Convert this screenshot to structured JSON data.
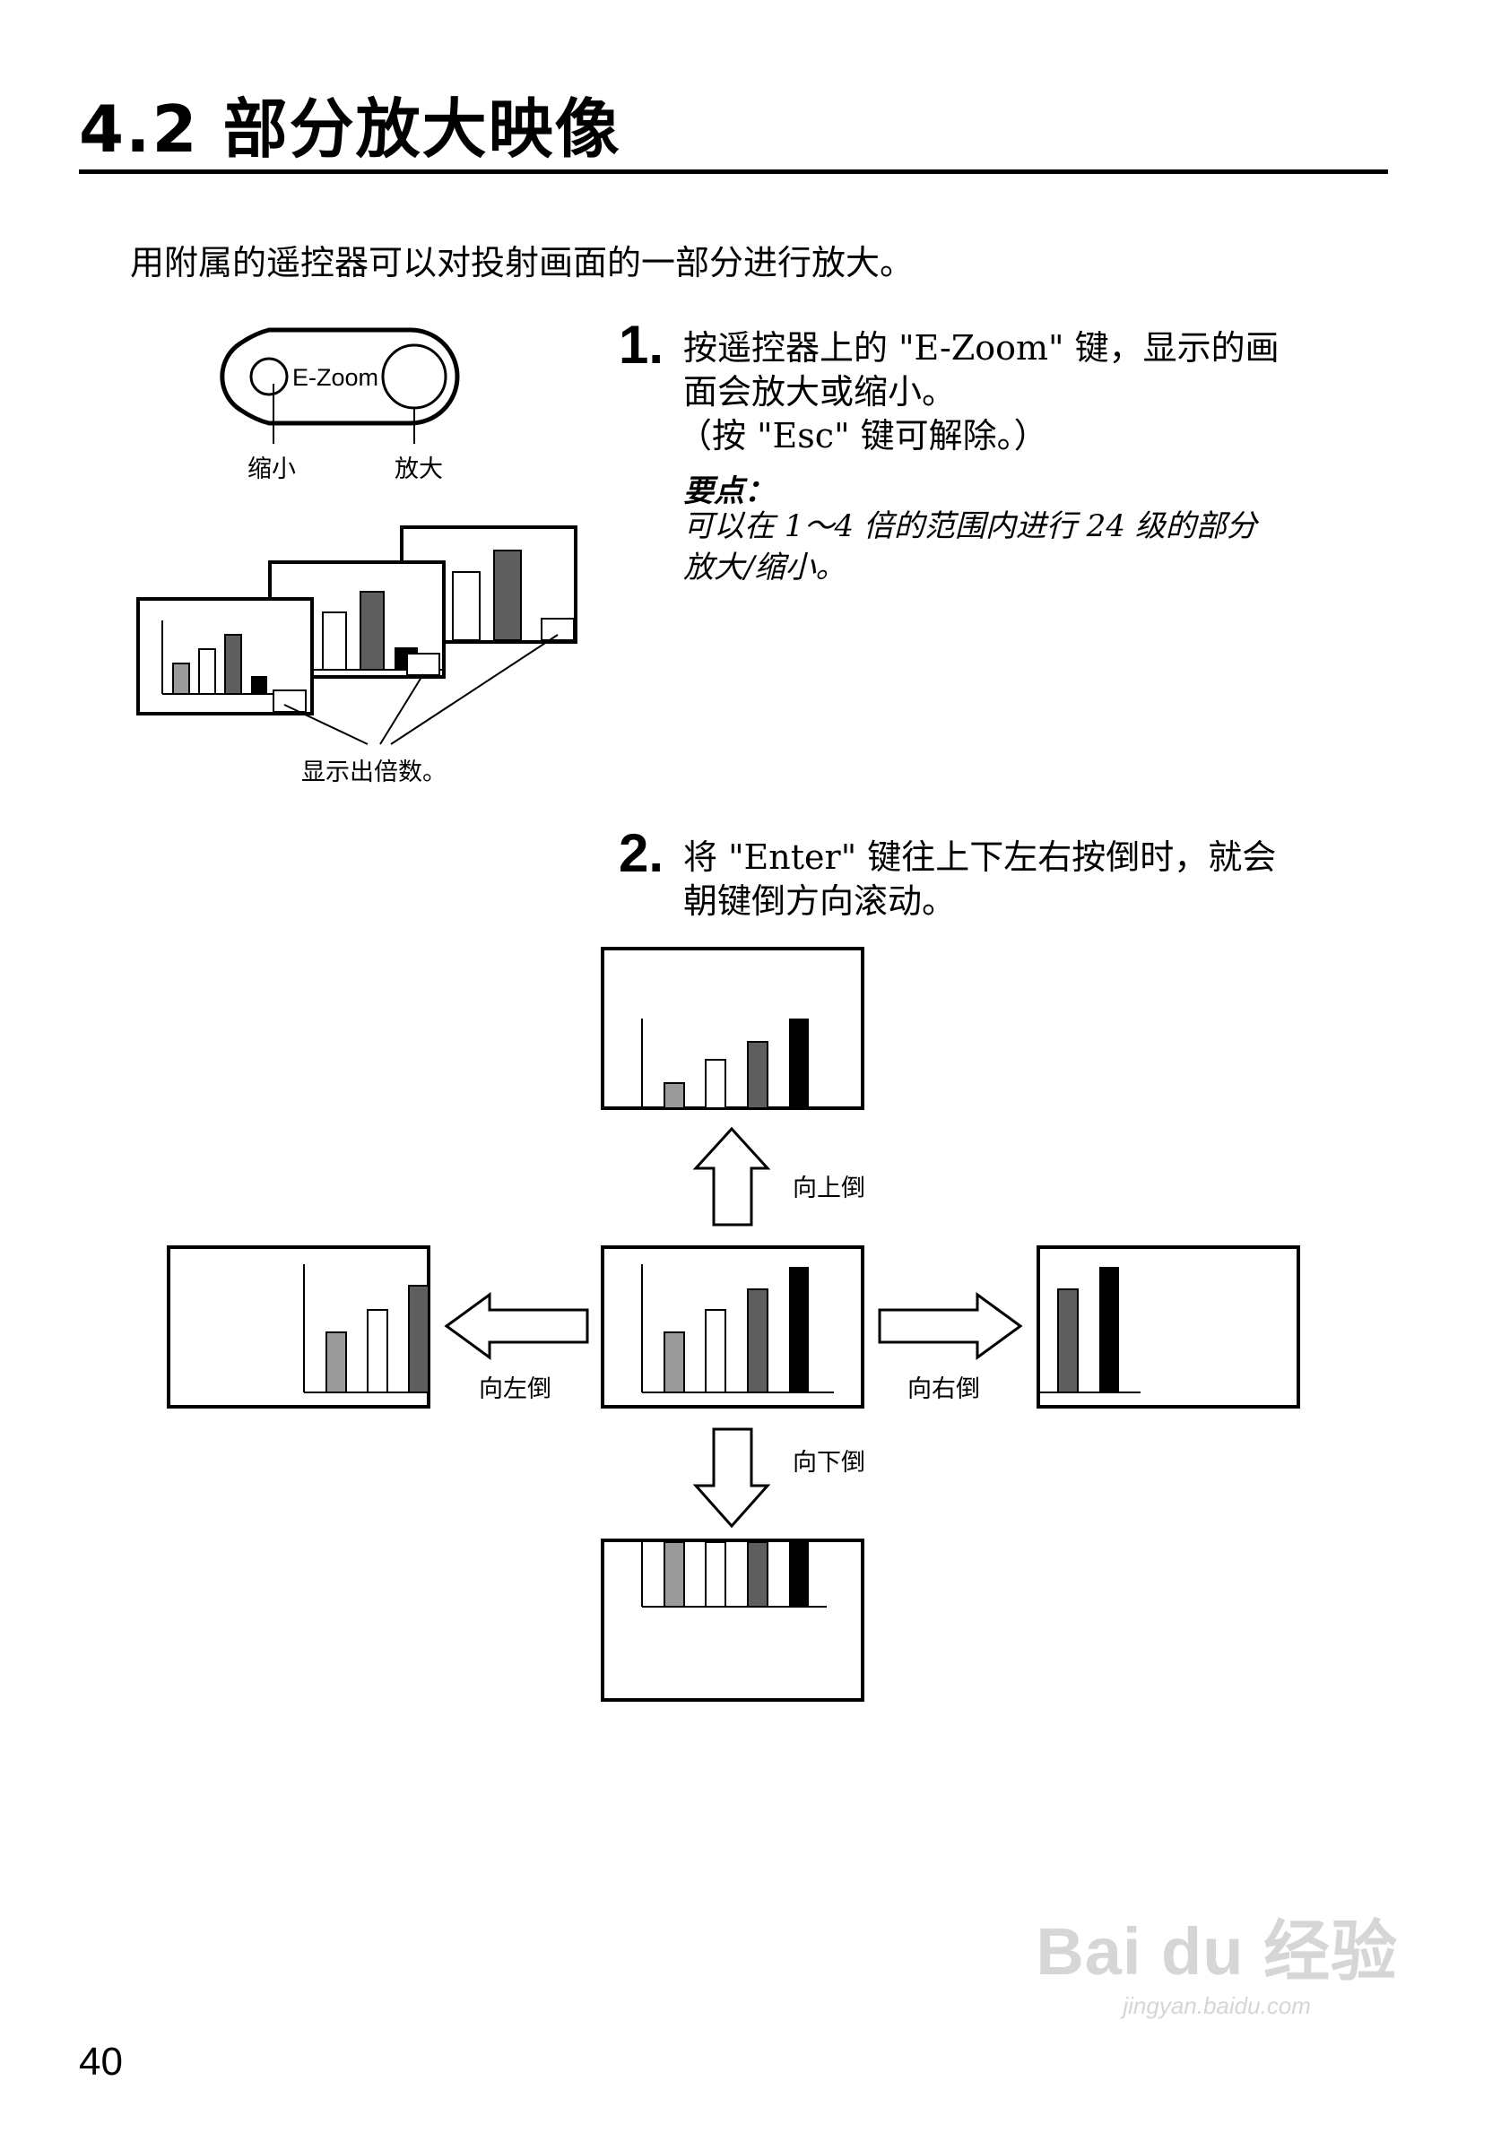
{
  "section": {
    "title": "4.2 部分放大映像",
    "intro": "用附属的遥控器可以对投射画面的一部分进行放大。"
  },
  "step1": {
    "number": "1.",
    "line1": "按遥控器上的 \"E-Zoom\" 键，显示的画",
    "line2": "面会放大或缩小。",
    "line3": "（按 \"Esc\" 键可解除。）",
    "tip_heading": "要点：",
    "tip_line1": "可以在 1～4 倍的范围内进行 24 级的部分",
    "tip_line2": "放大/缩小。"
  },
  "remote": {
    "key_label": "E-Zoom",
    "left_label": "缩小",
    "right_label": "放大"
  },
  "zoom_diagram": {
    "caption": "显示出倍数。"
  },
  "step2": {
    "number": "2.",
    "line1": "将 \"Enter\" 键往上下左右按倒时，就会",
    "line2": "朝键倒方向滚动。"
  },
  "directions": {
    "up": "向上倒",
    "left": "向左倒",
    "right": "向右倒",
    "down": "向下倒"
  },
  "colors": {
    "bar_light": "#9a9a9a",
    "bar_white": "#ffffff",
    "bar_dark": "#5e5e5e",
    "bar_black": "#000000",
    "watermark": "#d6d6d6"
  },
  "page_number": "40",
  "watermark": {
    "brand": "Bai du 经验",
    "url": "jingyan.baidu.com"
  }
}
